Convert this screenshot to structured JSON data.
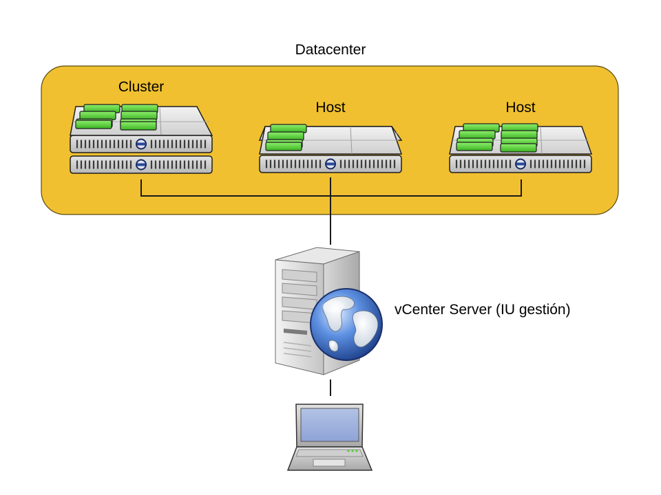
{
  "labels": {
    "datacenter": "Datacenter",
    "cluster": "Cluster",
    "host_1": "Host",
    "host_2": "Host",
    "vcenter": "vCenter Server (IU gestión)"
  },
  "colors": {
    "datacenter_fill": "#F0C030",
    "datacenter_stroke": "#5a4a10",
    "server_body": "#d6d6d6",
    "vm_module": "#5ad23c",
    "globe_blue": "#3a6fc0",
    "laptop_screen": "#9aaedc"
  },
  "icons": {
    "cluster": "rack-server-icon",
    "host": "rack-server-icon",
    "vcenter": "tower-server-globe-icon",
    "client": "laptop-icon"
  }
}
